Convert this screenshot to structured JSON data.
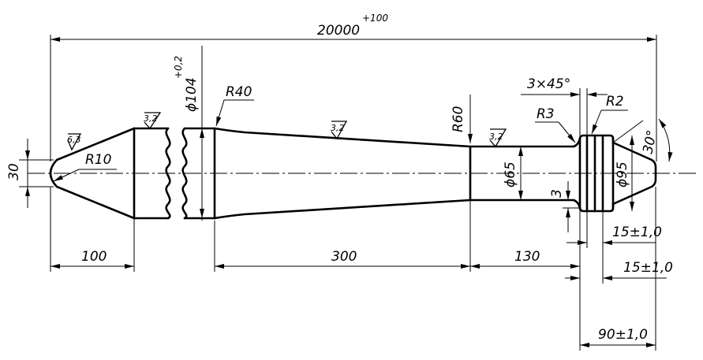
{
  "dimensions": {
    "overall_length": "20000",
    "overall_tolerance": "+100",
    "end_diameter": "30",
    "tip_radius": "R10",
    "left_length": "100",
    "body_diameter": "ϕ104",
    "body_tolerance": "+0,2",
    "fillet_left": "R40",
    "taper_length": "300",
    "fillet_mid": "R60",
    "neck_diameter": "ϕ65",
    "neck_length": "130",
    "chamfer": "3×45°",
    "groove_radius": "R3",
    "head_radius": "R2",
    "groove_depth": "3",
    "head_diameter": "ϕ95",
    "cone_angle": "30°",
    "head_len_1": "15±1,0",
    "head_len_2": "15±1,0",
    "head_len_total": "90±1,0"
  },
  "roughness": {
    "tip": "6,3",
    "body": "3,2",
    "taper": "3,2",
    "neck": "3,2"
  }
}
